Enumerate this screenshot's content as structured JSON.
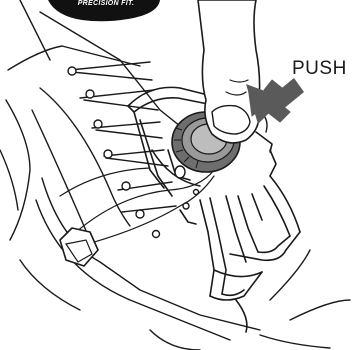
{
  "badge": {
    "tagline": "PRECISION FIT."
  },
  "instruction": {
    "label": "PUSH"
  },
  "illustration": {
    "subject": "boot-with-dial-closure",
    "icon": "push-arrow-icon",
    "colors": {
      "line": "#1a1a1a",
      "dial": "#6e6e6e",
      "arrow": "#5a5a5a",
      "badge": "#111111"
    }
  }
}
